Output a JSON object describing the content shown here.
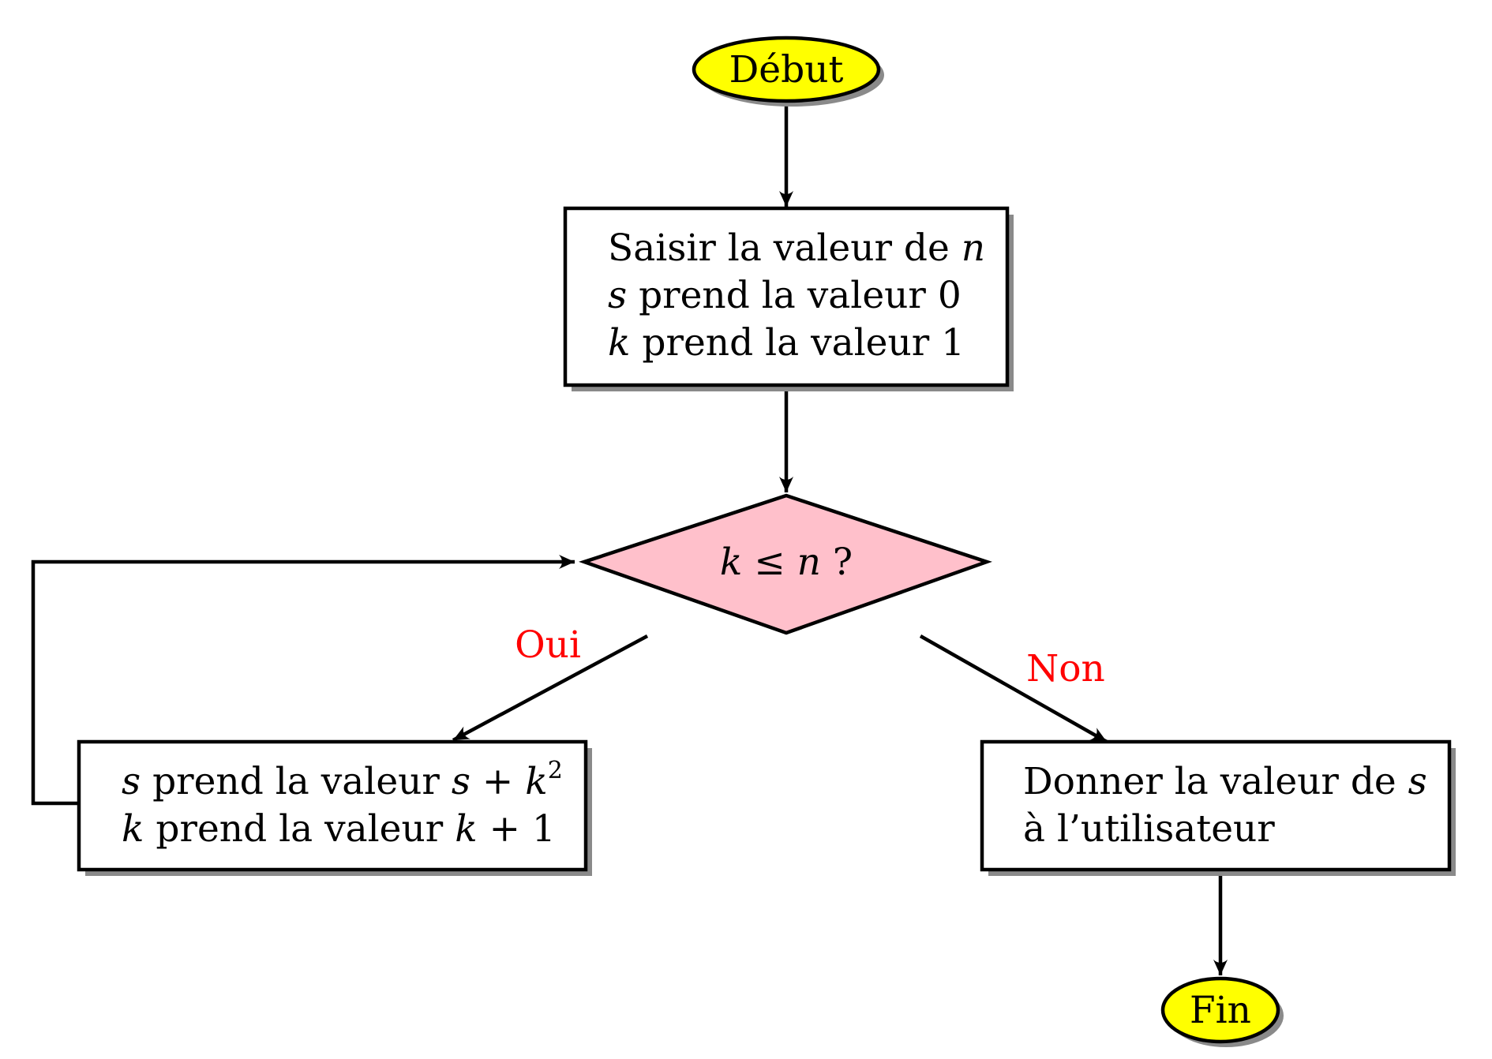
{
  "nodes": {
    "start": {
      "label": "Début"
    },
    "input": {
      "line1": {
        "text": "Saisir la valeur de ",
        "var": "n"
      },
      "line2": {
        "var": "s",
        "text": " prend la valeur 0"
      },
      "line3": {
        "var": "k",
        "text": " prend la valeur 1"
      }
    },
    "decision": {
      "var1": "k",
      "op": " ≤ ",
      "var2": "n",
      "suffix": " ?"
    },
    "loop_body": {
      "line1": {
        "var": "s",
        "text": " prend la valeur ",
        "expr1": "s",
        "plus": " + ",
        "expr2": "k",
        "exp": "2"
      },
      "line2": {
        "var": "k",
        "text": " prend la valeur ",
        "expr1": "k",
        "plus": " + 1"
      }
    },
    "output": {
      "line1": {
        "text": "Donner la valeur de ",
        "var": "s"
      },
      "line2": {
        "text": "à l’utilisateur"
      }
    },
    "end": {
      "label": "Fin"
    }
  },
  "edge_labels": {
    "yes": "Oui",
    "no": "Non"
  },
  "colors": {
    "terminal_fill": "#ffff00",
    "decision_fill": "#ffc0cb",
    "box_fill": "#ffffff",
    "edge_label": "#ff0000",
    "shadow": "#8a8a8a"
  }
}
